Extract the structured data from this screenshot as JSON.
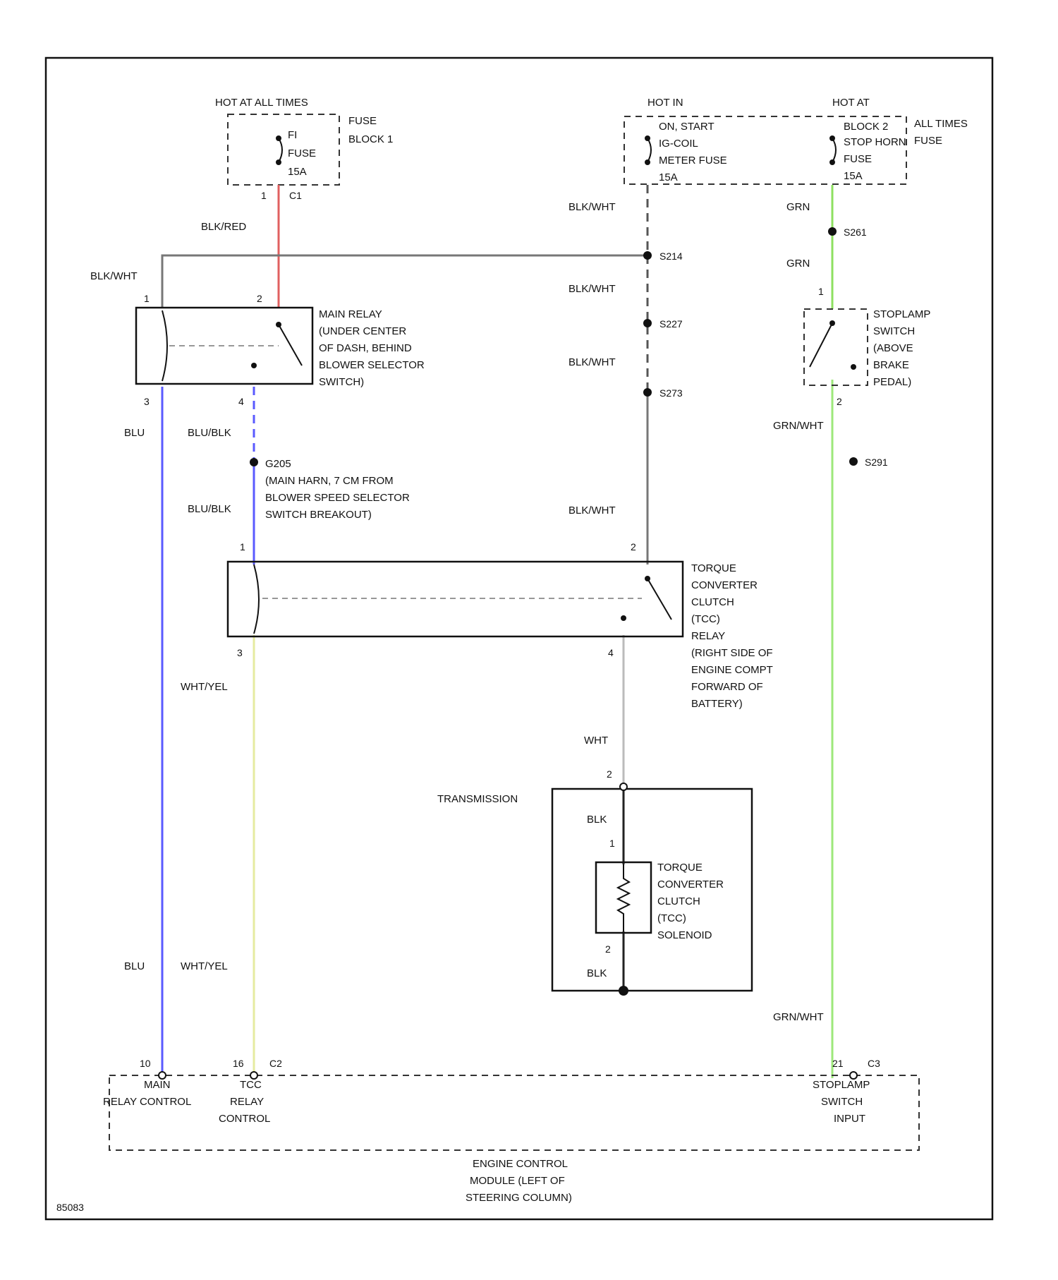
{
  "fuse_block_1": {
    "header": "HOT AT ALL TIMES",
    "fuse_lines": [
      "FI",
      "FUSE",
      "15A"
    ],
    "block_lines": [
      "FUSE",
      "BLOCK 1"
    ],
    "connector_pin": "1",
    "connector_id": "C1"
  },
  "fuse_block_2": {
    "header_left": "HOT IN",
    "left_lines": [
      "ON, START",
      "IG-COIL",
      "METER FUSE",
      "15A"
    ],
    "header_right": "HOT AT",
    "right_lines": [
      "BLOCK 2",
      "STOP HORN",
      "FUSE",
      "15A"
    ],
    "side_lines": [
      "ALL TIMES",
      "FUSE"
    ]
  },
  "main_relay": {
    "lines": [
      "MAIN RELAY",
      "(UNDER CENTER",
      "OF DASH, BEHIND",
      "BLOWER SELECTOR",
      "SWITCH)"
    ],
    "pins": {
      "coil_top": "1",
      "switch_top": "2",
      "coil_bottom": "3",
      "switch_bottom": "4"
    }
  },
  "stoplamp_switch": {
    "lines": [
      "STOPLAMP",
      "SWITCH",
      "(ABOVE",
      "BRAKE",
      "PEDAL)"
    ],
    "pins": {
      "top": "1",
      "bottom": "2"
    }
  },
  "splice_g205": {
    "lines": [
      "G205",
      "(MAIN HARN, 7 CM FROM",
      "BLOWER SPEED SELECTOR",
      "SWITCH BREAKOUT)"
    ]
  },
  "tcc_relay": {
    "lines": [
      "TORQUE",
      "CONVERTER",
      "CLUTCH",
      "(TCC)",
      "RELAY",
      "(RIGHT SIDE OF",
      "ENGINE COMPT",
      "FORWARD OF",
      "BATTERY)"
    ],
    "pins": {
      "coil_top": "1",
      "switch_top": "2",
      "coil_bottom": "3",
      "switch_bottom": "4"
    }
  },
  "transmission": {
    "label": "TRANSMISSION",
    "pins": {
      "top": "2",
      "solenoid_top": "1",
      "solenoid_bottom": "2"
    },
    "solenoid_lines": [
      "TORQUE",
      "CONVERTER",
      "CLUTCH",
      "(TCC)",
      "SOLENOID"
    ]
  },
  "ecm": {
    "main_relay_pin": "10",
    "main_relay_lines": [
      "MAIN",
      "RELAY CONTROL"
    ],
    "tcc_pin": "16",
    "tcc_connector": "C2",
    "tcc_lines": [
      "TCC",
      "RELAY",
      "CONTROL"
    ],
    "stoplamp_pin": "21",
    "stoplamp_connector": "C3",
    "stoplamp_lines": [
      "STOPLAMP",
      "SWITCH",
      "INPUT"
    ],
    "footer_lines": [
      "ENGINE CONTROL",
      "MODULE (LEFT OF",
      "STEERING COLUMN)"
    ]
  },
  "wire_labels": {
    "blk_red": "BLK/RED",
    "blk_wht_left": "BLK/WHT",
    "blk_wht_1": "BLK/WHT",
    "blk_wht_2": "BLK/WHT",
    "blk_wht_3": "BLK/WHT",
    "blk_wht_4": "BLK/WHT",
    "grn_1": "GRN",
    "grn_2": "GRN",
    "blu_1": "BLU",
    "blu_blk_1": "BLU/BLK",
    "blu_blk_2": "BLU/BLK",
    "wht_yel_1": "WHT/YEL",
    "wht": "WHT",
    "blk_1": "BLK",
    "blk_2": "BLK",
    "blu_2": "BLU",
    "wht_yel_2": "WHT/YEL",
    "grn_wht_1": "GRN/WHT",
    "grn_wht_2": "GRN/WHT"
  },
  "splices": {
    "s214": "S214",
    "s227": "S227",
    "s273": "S273",
    "s261": "S261",
    "s291": "S291"
  },
  "diagram_id": "85083",
  "colors": {
    "blk_red": "#e06060",
    "blu": "#5a5aff",
    "blu_blk": "#5a5aff",
    "wht_yel": "#e6eba0",
    "grn": "#8ee060",
    "grn_wht": "#9de87a",
    "blk": "#222222",
    "blk_wht": "#777777",
    "wht": "#bbbbbb"
  }
}
